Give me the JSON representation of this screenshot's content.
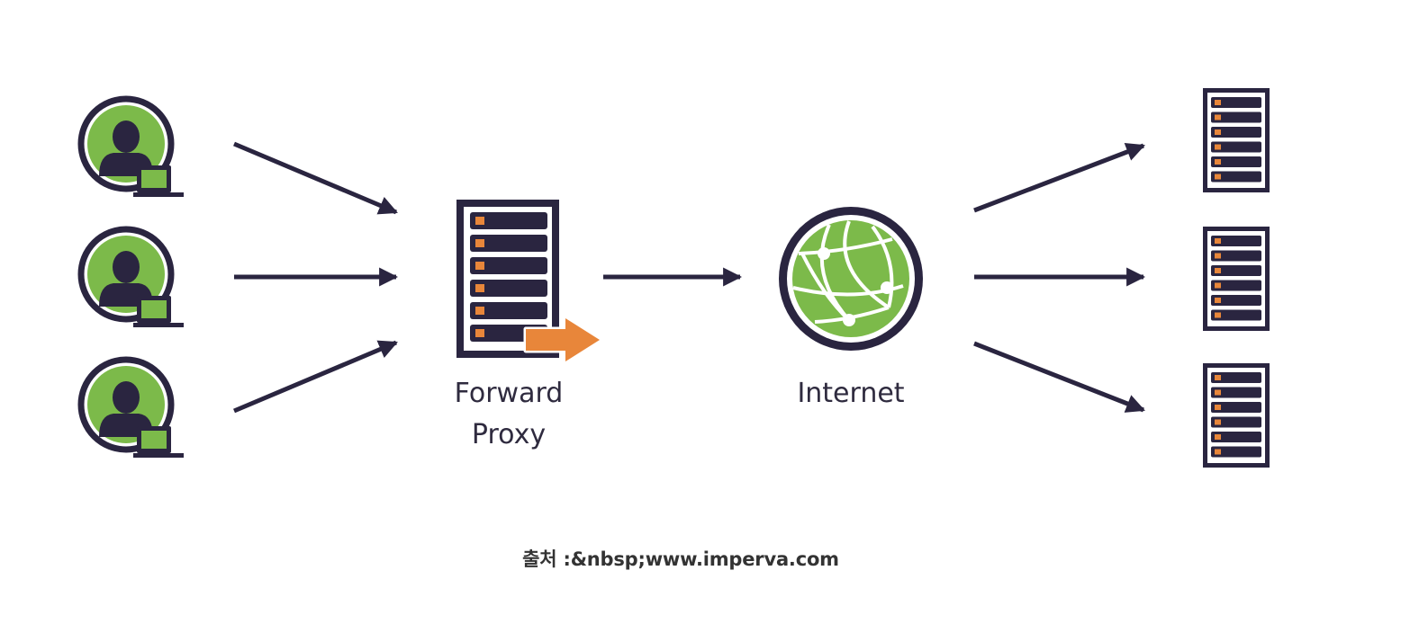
{
  "labels": {
    "proxy_line1": "Forward",
    "proxy_line2": "Proxy",
    "internet": "Internet"
  },
  "caption": "출처 :&nbsp;www.imperva.com",
  "icons": {
    "clients": [
      "user-laptop-icon",
      "user-laptop-icon",
      "user-laptop-icon"
    ],
    "proxy": "server-icon",
    "forward": "arrow-right-icon",
    "internet": "globe-icon",
    "destinations": [
      "server-icon",
      "server-icon",
      "server-icon"
    ]
  },
  "colors": {
    "dark": "#2a2540",
    "green": "#7cba4a",
    "orange": "#e8863a",
    "text": "#2f2b3f"
  }
}
